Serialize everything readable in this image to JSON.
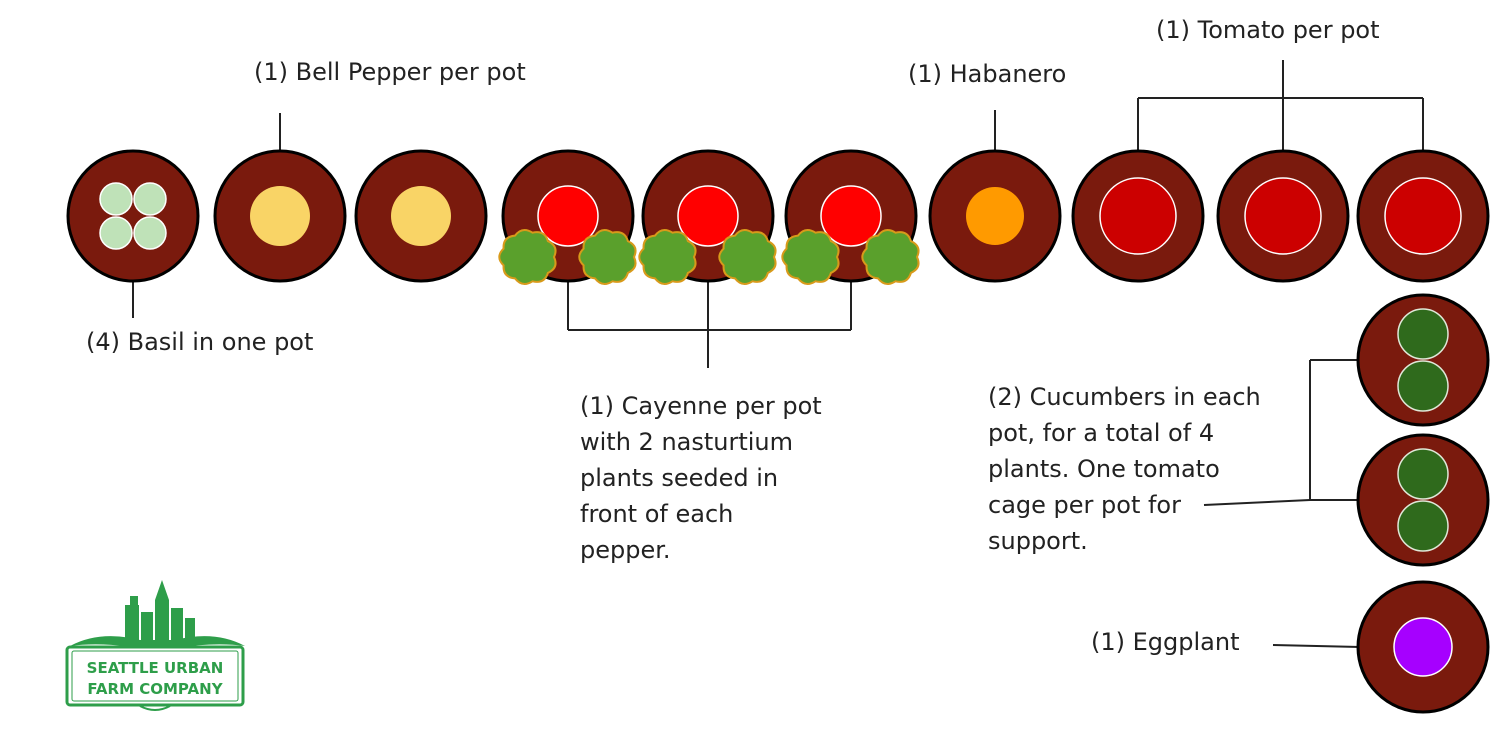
{
  "labels": {
    "bell_pepper": "(1) Bell Pepper per pot",
    "habanero": "(1) Habanero",
    "tomato": "(1) Tomato per pot",
    "basil": "(4) Basil in one pot",
    "cayenne": [
      "(1) Cayenne per pot",
      "with 2 nasturtium",
      "plants seeded in",
      "front of each",
      "pepper."
    ],
    "cucumbers": [
      "(2) Cucumbers in each",
      "pot, for a total of 4",
      "plants. One tomato",
      "cage per pot for",
      "support."
    ],
    "eggplant": "(1) Eggplant"
  },
  "logo": {
    "line1": "SEATTLE URBAN",
    "line2": "FARM COMPANY",
    "color": "#2e9e4a"
  },
  "colors": {
    "pot": "#7a1a0d",
    "basil": "#bfe2b8",
    "bell_pepper": "#f9d466",
    "cayenne": "#ff0000",
    "habanero": "#ff9a00",
    "tomato": "#cc0000",
    "cucumber": "#2f6a1c",
    "eggplant": "#a600ff",
    "nasturtium": "#5aa02c",
    "nasturtium_edge": "#d89a1a"
  },
  "pots": [
    {
      "plant": "basil"
    },
    {
      "plant": "bell_pepper"
    },
    {
      "plant": "bell_pepper"
    },
    {
      "plant": "cayenne"
    },
    {
      "plant": "cayenne"
    },
    {
      "plant": "cayenne"
    },
    {
      "plant": "habanero"
    },
    {
      "plant": "tomato"
    },
    {
      "plant": "tomato"
    },
    {
      "plant": "tomato"
    },
    {
      "plant": "cucumber"
    },
    {
      "plant": "cucumber"
    },
    {
      "plant": "eggplant"
    }
  ]
}
